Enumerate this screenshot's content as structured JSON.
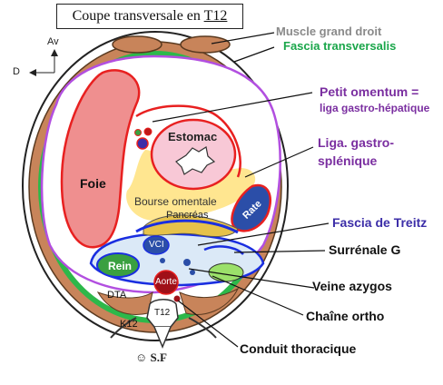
{
  "title": {
    "main": "Coupe transversale en ",
    "level": "T12"
  },
  "orientation": {
    "anterior": "Av",
    "left": "D"
  },
  "labels": {
    "muscle_grand_droit": "Muscle grand droit",
    "fascia_transversalis": "Fascia transversalis",
    "petit_omentum_1": "Petit omentum =",
    "petit_omentum_2": "liga gastro-hépatique",
    "liga_gastro_1": "Liga. gastro-",
    "liga_gastro_2": "splénique",
    "fascia_treitz": "Fascia de Treitz",
    "surrenale": "Surrénale G",
    "veine_azygos": "Veine azygos",
    "chaine_ortho": "Chaîne ortho",
    "conduit_thoracique": "Conduit thoracique"
  },
  "organs": {
    "foie": "Foie",
    "estomac": "Estomac",
    "bourse_omentale": "Bourse omentale",
    "pancreas": "Pancréas",
    "rate": "Rate",
    "vci": "VCI",
    "rein": "Rein",
    "aorte": "Aorte",
    "dta": "DTA",
    "t12": "T12",
    "k12": "K12"
  },
  "copyright": {
    "icon": "☺",
    "text": "S.F"
  },
  "colors": {
    "muscle_grand_droit": "#8a8a8a",
    "fascia_transversalis": "#1aa64a",
    "purple_labels": "#7a2ea0",
    "blue_labels": "#3c2ea8",
    "black_labels": "#111111",
    "liver": "#ef8f8f",
    "muscle": "#c8845a",
    "fascia_green": "#2db84a",
    "peritoneum_purple": "#b24fe0",
    "red_line": "#e82020",
    "bursa_yellow": "#ffe690",
    "treitz_blue": "#1a2ee0",
    "spleen_blue": "#2b4ea8"
  }
}
